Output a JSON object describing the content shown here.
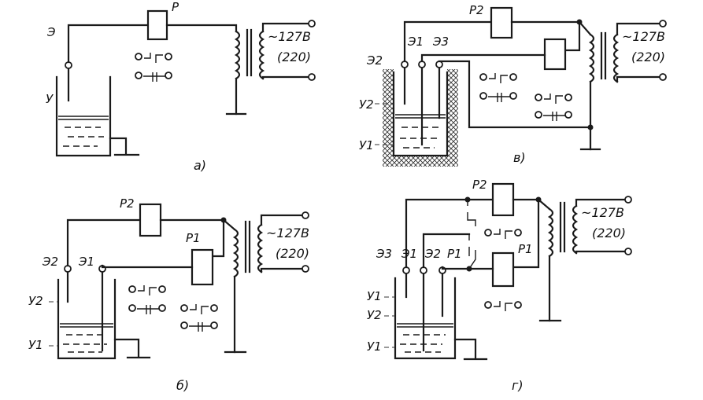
{
  "diagrams": {
    "a": {
      "caption": "а)",
      "relay": "Р",
      "electrode": "Э",
      "level": "У",
      "voltage": "~127В",
      "voltage_alt": "(220)"
    },
    "b": {
      "caption": "б)",
      "relay1": "Р1",
      "relay2": "Р2",
      "electrode1": "Э1",
      "electrode2": "Э2",
      "level1": "У1",
      "level2": "У2",
      "voltage": "~127В",
      "voltage_alt": "(220)"
    },
    "v": {
      "caption": "в)",
      "relay2": "Р2",
      "electrode1": "Э1",
      "electrode2": "Э2",
      "electrode3": "Э3",
      "level1": "У1",
      "level2": "У2",
      "voltage": "~127В",
      "voltage_alt": "(220)"
    },
    "g": {
      "caption": "г)",
      "relay1": "Р1",
      "relay1_contact": "Р1",
      "relay2": "Р2",
      "electrode1": "Э1",
      "electrode2": "Э2",
      "electrode3": "Э3",
      "level_top": "У1",
      "level_mid": "У2",
      "level_bottom": "У1",
      "voltage": "~127В",
      "voltage_alt": "(220)"
    }
  }
}
